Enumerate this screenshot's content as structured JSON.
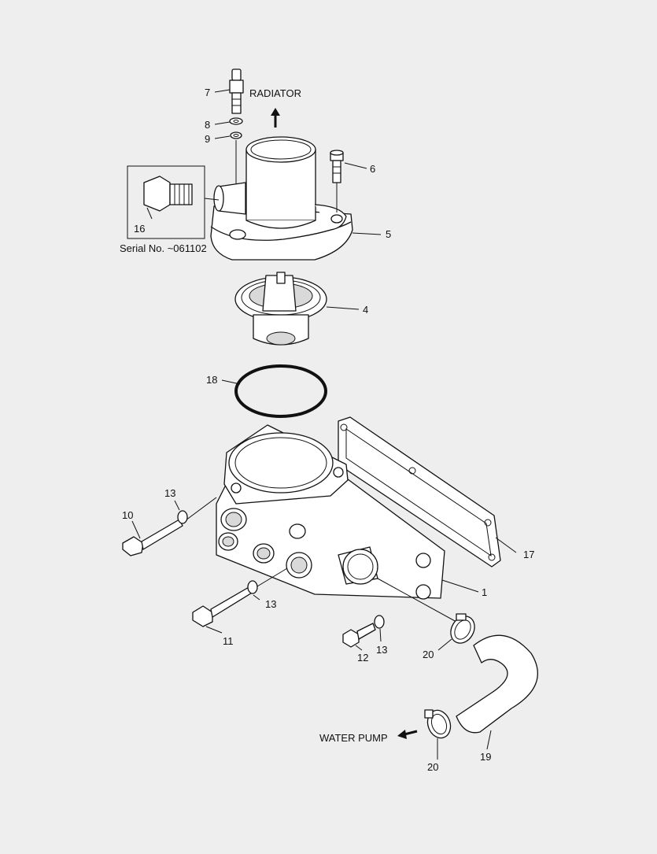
{
  "diagram": {
    "annotations": {
      "radiator": "RADIATOR",
      "water_pump": "WATER PUMP",
      "serial_note": "Serial No. ~061102"
    },
    "callouts": {
      "c1": "1",
      "c4": "4",
      "c5": "5",
      "c6": "6",
      "c7": "7",
      "c8": "8",
      "c9": "9",
      "c10": "10",
      "c11": "11",
      "c12": "12",
      "c13a": "13",
      "c13b": "13",
      "c13c": "13",
      "c16": "16",
      "c17": "17",
      "c18": "18",
      "c19": "19",
      "c20a": "20",
      "c20b": "20"
    }
  }
}
